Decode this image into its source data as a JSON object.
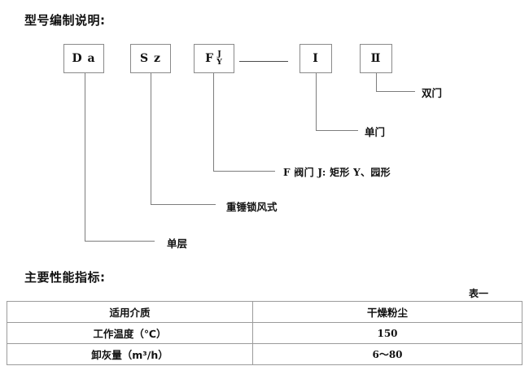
{
  "headings": {
    "model_coding": "型号编制说明:",
    "performance": "主要性能指标:"
  },
  "model_diagram": {
    "boxes": [
      {
        "id": "da",
        "label": "D a"
      },
      {
        "id": "sz",
        "label": "S z"
      },
      {
        "id": "f",
        "label": "F",
        "sup": "J",
        "sub": "Y"
      },
      {
        "id": "i",
        "label": "Ⅰ"
      },
      {
        "id": "ii",
        "label": "Ⅱ"
      }
    ],
    "callouts": {
      "double_door": "双门",
      "single_door": "单门",
      "valve": "F 阀门 J: 矩形  Y、园形",
      "rotary_lock": "重锤锁风式",
      "single_layer": "单层"
    }
  },
  "table": {
    "caption": "表一",
    "rows": [
      {
        "label": "适用介质",
        "value": "干燥粉尘",
        "numeric": false
      },
      {
        "label": "工作温度（℃）",
        "value": "150",
        "numeric": true
      },
      {
        "label": "卸灰量（m³/h）",
        "value": "6～80",
        "numeric": true
      }
    ]
  },
  "colors": {
    "text": "#111111",
    "box_border": "#8a8a8a",
    "line": "#7d7d7d",
    "table_border": "#2b2b2b"
  }
}
